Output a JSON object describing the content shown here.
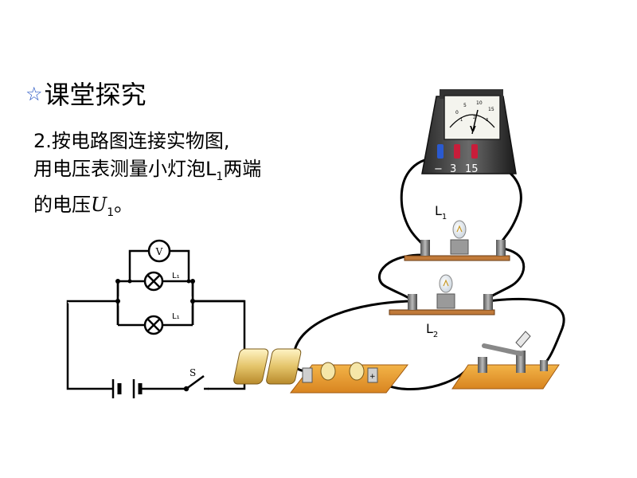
{
  "heading": {
    "star": "☆",
    "text": "课堂探究"
  },
  "task": {
    "line1": "2.按电路图连接实物图,",
    "line2_pre": "用电压表测量小灯泡L",
    "line2_sub": "1",
    "line2_post": "两端",
    "line3_pre": "的电压",
    "line3_var": "U",
    "line3_sub": "1",
    "line3_post": "。"
  },
  "schematic": {
    "voltmeter": "V",
    "lamp1": "L₁",
    "lamp2": "L₁",
    "switch": "S"
  },
  "apparatus": {
    "meter_scale": [
      "0",
      "5",
      "10",
      "15"
    ],
    "meter_scale_inner": [
      "1",
      "2",
      "3"
    ],
    "meter_symbol": "V",
    "terminal_minus": "−",
    "terminal_3": "3",
    "terminal_15": "15",
    "label_l1": "L",
    "label_l1_sub": "1",
    "label_l2": "L",
    "label_l2_sub": "2",
    "battery_plus": "+"
  },
  "colors": {
    "star": "#2a57c4",
    "board": "#e89a2c",
    "wire": "#000000"
  }
}
